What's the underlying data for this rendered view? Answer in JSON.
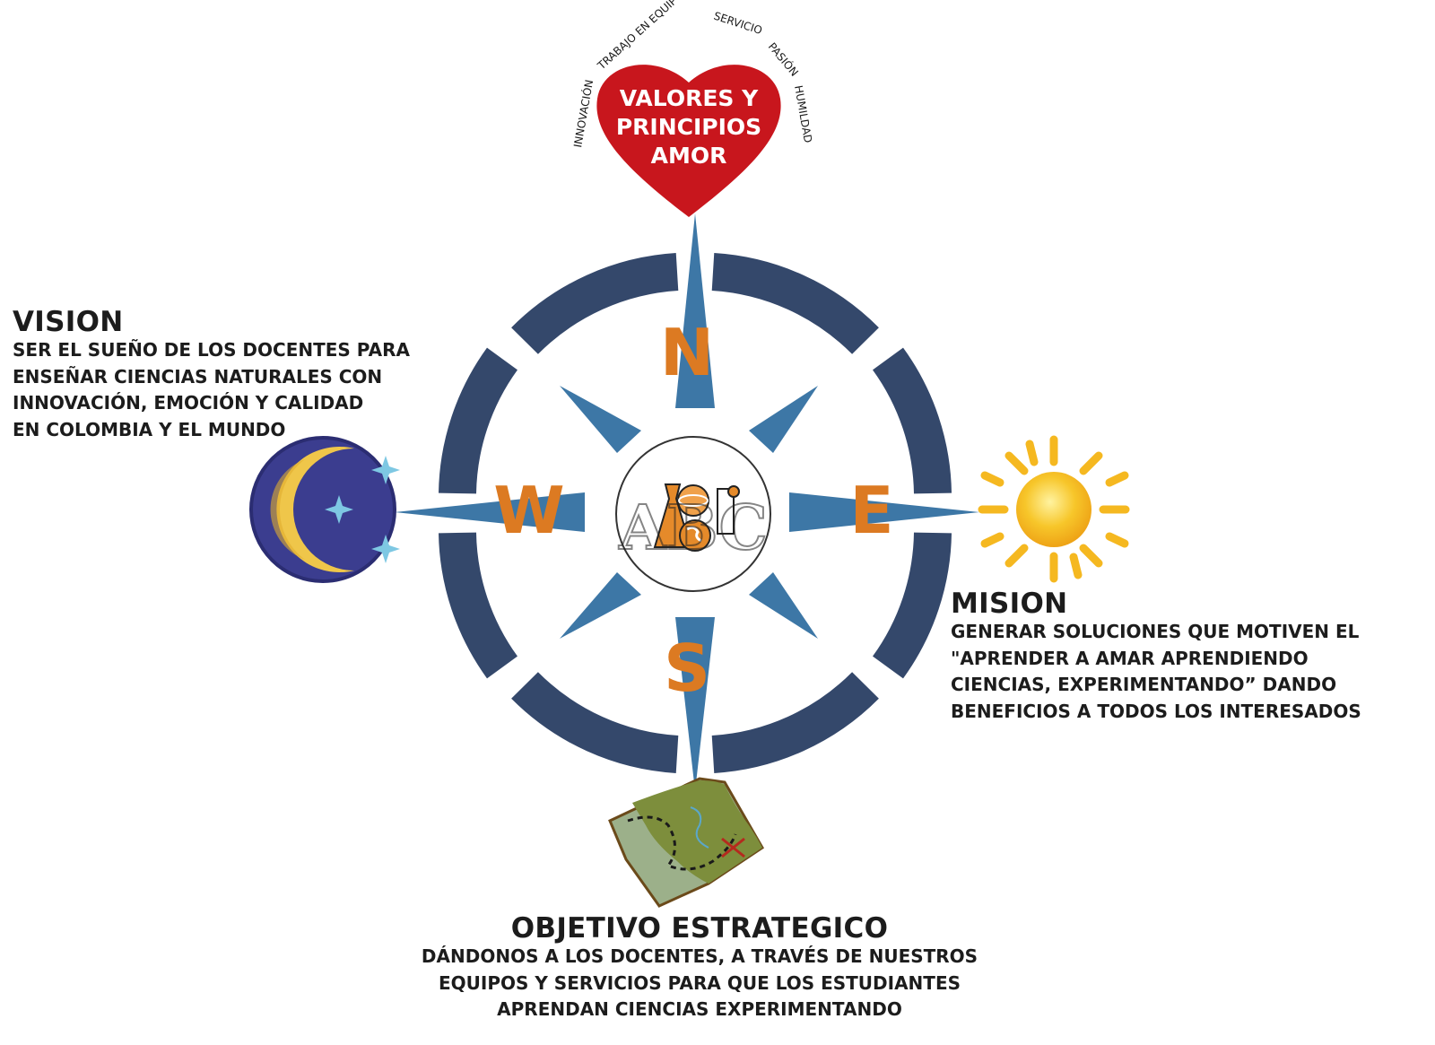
{
  "values": {
    "heart_lines": [
      "VALORES Y",
      "PRINCIPIOS",
      "AMOR"
    ],
    "arc_words": [
      "INNOVACIÓN",
      "TRABAJO EN EQUIPO",
      "SERVICIO",
      "PASIÓN",
      "HUMILDAD"
    ]
  },
  "compass": {
    "north": "N",
    "south": "S",
    "east": "E",
    "west": "W",
    "logo": "ABC"
  },
  "vision": {
    "title": "VISION",
    "lines": [
      "SER EL SUEÑO DE LOS DOCENTES PARA",
      "ENSEÑAR CIENCIAS NATURALES CON",
      "INNOVACIÓN, EMOCIÓN Y CALIDAD",
      "EN COLOMBIA Y EL MUNDO"
    ]
  },
  "mision": {
    "title": "MISION",
    "lines": [
      "GENERAR SOLUCIONES QUE MOTIVEN EL",
      "\"APRENDER A AMAR APRENDIENDO",
      "CIENCIAS, EXPERIMENTANDO” DANDO",
      "BENEFICIOS A TODOS LOS INTERESADOS"
    ]
  },
  "objetivo": {
    "title": "OBJETIVO ESTRATEGICO",
    "lines": [
      "DÁNDONOS A LOS DOCENTES, A TRAVÉS DE NUESTROS",
      "EQUIPOS Y SERVICIOS PARA QUE LOS ESTUDIANTES",
      "APRENDAN CIENCIAS EXPERIMENTANDO"
    ]
  },
  "colors": {
    "ring": "#34486b",
    "needle": "#3d77a6",
    "letter": "#dc7a22",
    "heart": "#c8161d",
    "moon_bg": "#3b3d8f",
    "moon": "#efc64a",
    "sun": "#f5b820",
    "map": "#8a9a45"
  }
}
